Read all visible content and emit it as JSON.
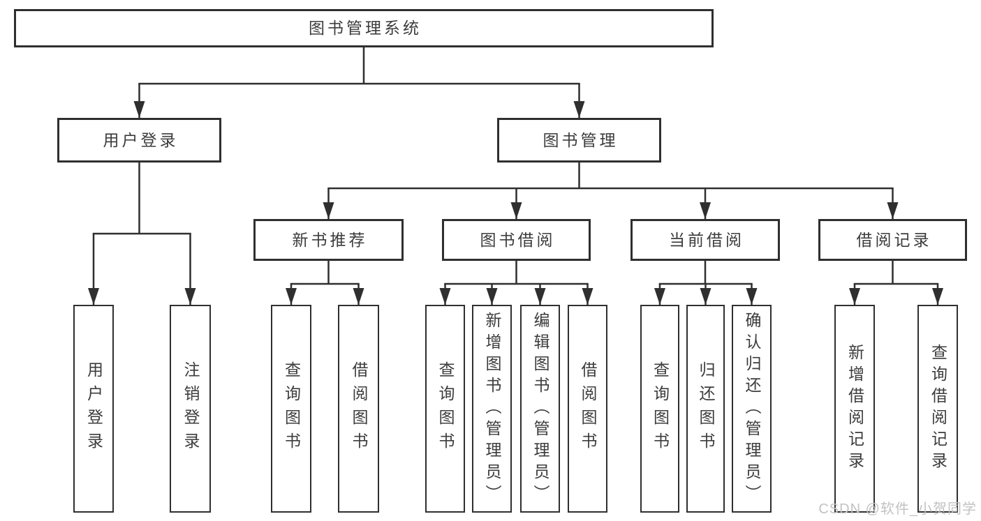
{
  "diagram": {
    "root": {
      "label": "图书管理系统"
    },
    "level2": [
      {
        "label": "用户登录"
      },
      {
        "label": "图书管理"
      }
    ],
    "level3": [
      {
        "label": "新书推荐"
      },
      {
        "label": "图书借阅"
      },
      {
        "label": "当前借阅"
      },
      {
        "label": "借阅记录"
      }
    ],
    "leaves": [
      {
        "label": "用户登录"
      },
      {
        "label": "注销登录"
      },
      {
        "label": "查询图书"
      },
      {
        "label": "借阅图书"
      },
      {
        "label": "查询图书"
      },
      {
        "label": "新增图书（管理员）"
      },
      {
        "label": "编辑图书（管理员）"
      },
      {
        "label": "借阅图书"
      },
      {
        "label": "查询图书"
      },
      {
        "label": "归还图书"
      },
      {
        "label": "确认归还（管理员）"
      },
      {
        "label": "新增借阅记录"
      },
      {
        "label": "查询借阅记录"
      }
    ],
    "watermark": "CSDN @软件_小贺同学",
    "colors": {
      "line": "#2f2f2f",
      "text": "#3c3c3c",
      "watermark": "#c2c2c2",
      "background": "#ffffff"
    }
  }
}
